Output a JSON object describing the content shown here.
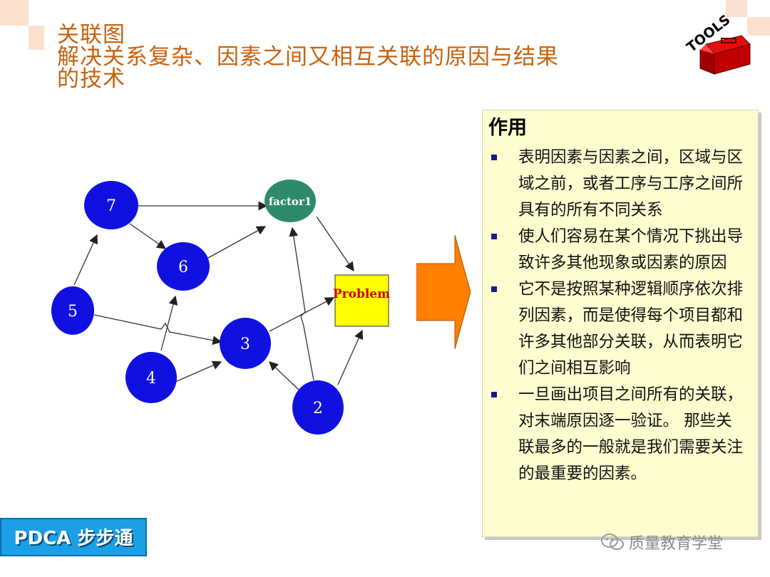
{
  "title": {
    "line1": "关联图",
    "line2": "解决关系复杂、因素之间又相互关联的原因与结果",
    "line3": "的技术"
  },
  "logo": {
    "text": "TOOLS",
    "icon": "toolbox-icon"
  },
  "diagram": {
    "nodes": {
      "n7": "7",
      "n6": "6",
      "n5": "5",
      "n4": "4",
      "n3": "3",
      "n2": "2",
      "factor1": "factor1",
      "problem": "Problem"
    },
    "colors": {
      "node": "#1010e0",
      "factor": "#2e8b6a",
      "problem_fill": "#ffff00",
      "problem_text": "#cc0000"
    }
  },
  "panel": {
    "title": "作用",
    "items": [
      "表明因素与因素之间，区域与区域之前，或者工序与工序之间所具有的所有不同关系",
      "使人们容易在某个情况下挑出导致许多其他现象或因素的原因",
      "它不是按照某种逻辑顺序依次排列因素，而是使得每个项目都和许多其他部分关联，从而表明它们之间相互影响",
      "一旦画出项目之间所有的关联，对末端原因逐一验证。 那些关联最多的一般就是我们需要关注的最重要的因素。"
    ]
  },
  "badge": {
    "label": "PDCA 步步通"
  },
  "watermark": {
    "text": "质量教育学堂",
    "icon": "wechat-icon"
  }
}
